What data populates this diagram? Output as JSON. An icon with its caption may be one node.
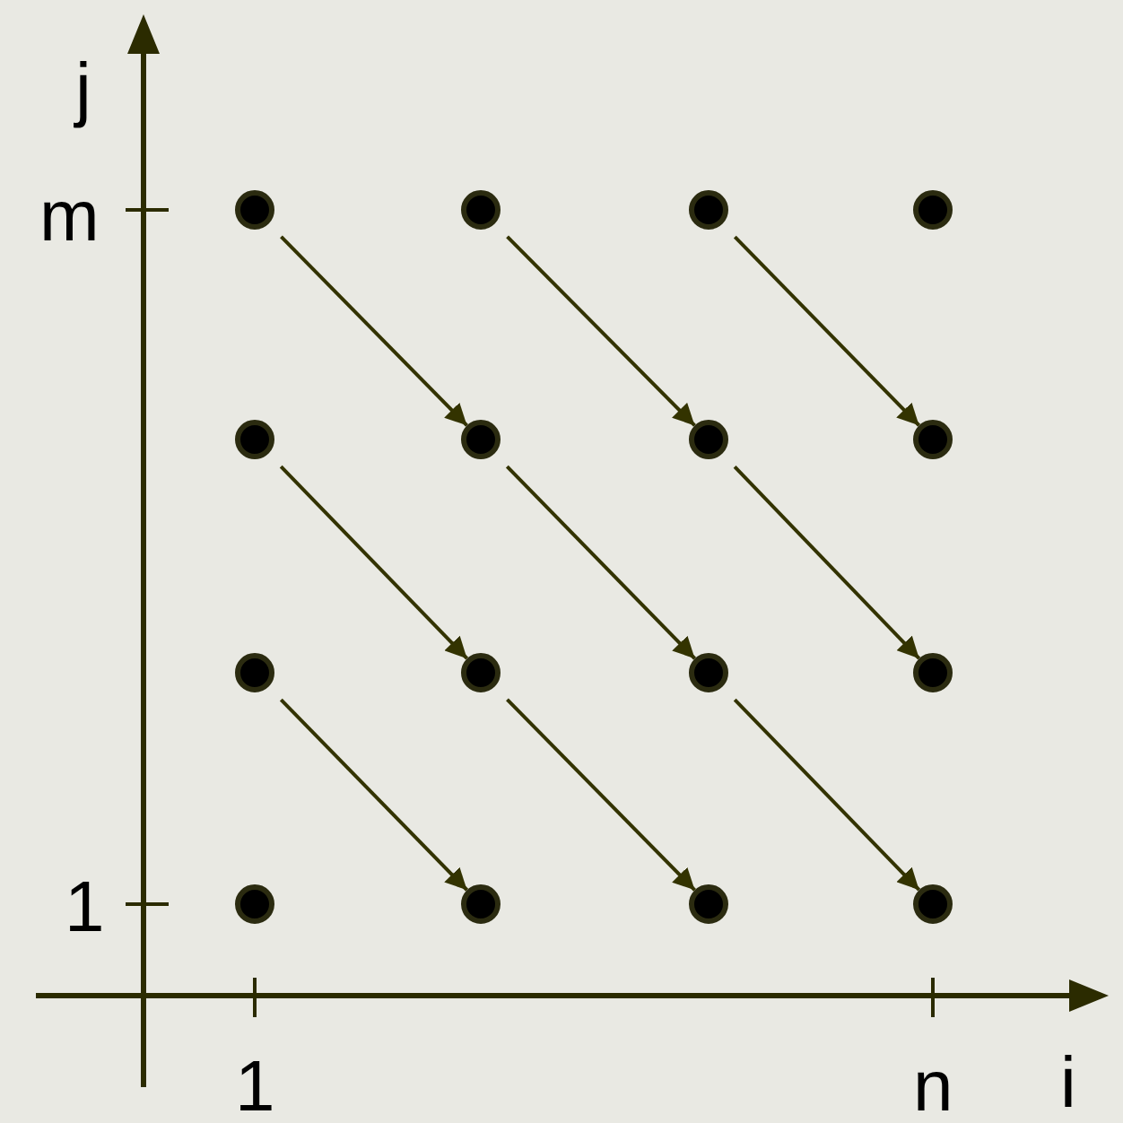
{
  "diagram": {
    "nodes": [
      {
        "text": [],
        "shape": "circle"
      },
      {
        "text": [],
        "shape": "circle"
      },
      {
        "text": [],
        "shape": "circle"
      },
      {
        "text": [],
        "shape": "circle"
      },
      {
        "text": [],
        "shape": "circle"
      },
      {
        "text": [],
        "shape": "circle"
      },
      {
        "text": [],
        "shape": "circle"
      },
      {
        "text": [],
        "shape": "circle"
      },
      {
        "text": [],
        "shape": "circle"
      },
      {
        "text": [],
        "shape": "circle"
      },
      {
        "text": [],
        "shape": "circle"
      },
      {
        "text": [],
        "shape": "circle"
      },
      {
        "text": [],
        "shape": "circle"
      },
      {
        "text": [],
        "shape": "circle"
      },
      {
        "text": [],
        "shape": "circle"
      },
      {
        "text": [],
        "shape": "circle"
      }
    ],
    "edges": [
      {
        "from": 0,
        "to": 5,
        "arrow": "to"
      },
      {
        "from": 1,
        "to": 6,
        "arrow": "to"
      },
      {
        "from": 2,
        "to": 7,
        "arrow": "to"
      },
      {
        "from": 4,
        "to": 9,
        "arrow": "to"
      },
      {
        "from": 5,
        "to": 10,
        "arrow": "to"
      },
      {
        "from": 6,
        "to": 11,
        "arrow": "to"
      },
      {
        "from": 8,
        "to": 13,
        "arrow": "to"
      },
      {
        "from": 9,
        "to": 14,
        "arrow": "to"
      },
      {
        "from": 10,
        "to": 15,
        "arrow": "to"
      }
    ],
    "labels": [
      "j",
      "m",
      "1",
      "1",
      "n",
      "i"
    ]
  }
}
